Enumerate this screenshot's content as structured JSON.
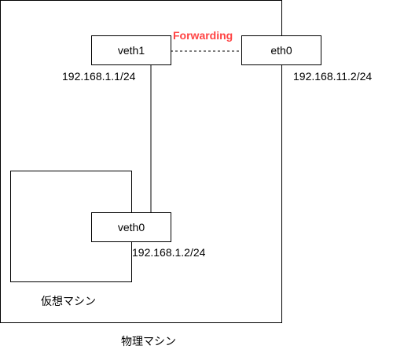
{
  "diagram": {
    "physical_machine_label": "物理マシン",
    "virtual_machine_label": "仮想マシン",
    "forwarding_label": "Forwarding",
    "colors": {
      "stroke": "#000000",
      "forwarding": "#ff4444",
      "background": "#ffffff"
    },
    "nodes": {
      "veth1": {
        "label": "veth1",
        "ip": "192.168.1.1/24"
      },
      "eth0": {
        "label": "eth0",
        "ip": "192.168.11.2/24"
      },
      "veth0": {
        "label": "veth0",
        "ip": "192.168.1.2/24"
      }
    }
  }
}
